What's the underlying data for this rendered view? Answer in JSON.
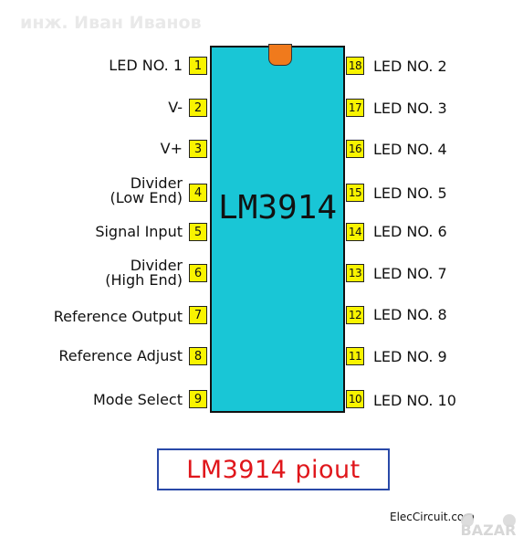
{
  "watermark": "инж. Иван Иванов",
  "chip": {
    "name": "LM3914"
  },
  "pins_left": [
    {
      "num": "1",
      "lines": [
        "LED NO. 1"
      ]
    },
    {
      "num": "2",
      "lines": [
        "V-"
      ]
    },
    {
      "num": "3",
      "lines": [
        "V+"
      ]
    },
    {
      "num": "4",
      "lines": [
        "Divider",
        "(Low End)"
      ]
    },
    {
      "num": "5",
      "lines": [
        "Signal Input"
      ]
    },
    {
      "num": "6",
      "lines": [
        "Divider",
        "(High End)"
      ]
    },
    {
      "num": "7",
      "lines": [
        "Reference Output"
      ]
    },
    {
      "num": "8",
      "lines": [
        "Reference Adjust"
      ]
    },
    {
      "num": "9",
      "lines": [
        "Mode Select"
      ]
    }
  ],
  "pins_right": [
    {
      "num": "18",
      "label": "LED NO. 2"
    },
    {
      "num": "17",
      "label": "LED NO. 3"
    },
    {
      "num": "16",
      "label": "LED NO. 4"
    },
    {
      "num": "15",
      "label": "LED NO. 5"
    },
    {
      "num": "14",
      "label": "LED NO. 6"
    },
    {
      "num": "13",
      "label": "LED NO. 7"
    },
    {
      "num": "12",
      "label": "LED NO. 8"
    },
    {
      "num": "11",
      "label": "LED NO. 9"
    },
    {
      "num": "10",
      "label": "LED NO. 10"
    }
  ],
  "title": "LM3914 piout",
  "credit": "ElecCircuit.com",
  "badge_text": "BAZAR",
  "colors": {
    "chip_body": "#19c6d6",
    "notch": "#f07a1c",
    "pin_fill": "#f9f400",
    "title_text": "#e0161b",
    "title_border": "#2949a8"
  }
}
